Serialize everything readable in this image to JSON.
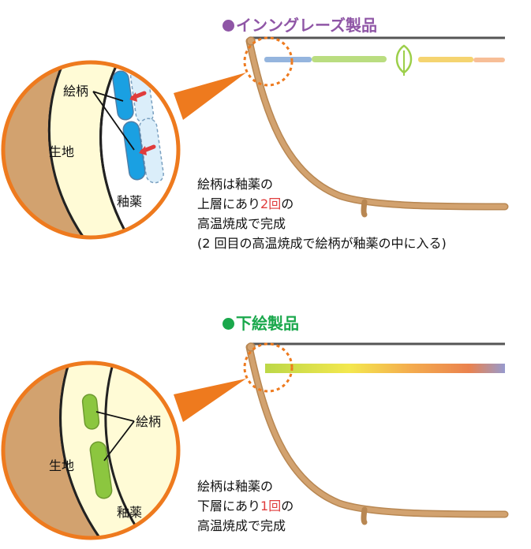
{
  "colors": {
    "orange": "#ee7a1e",
    "clay": "#d2a26f",
    "clay_edge": "#b88752",
    "glaze": "#fffbd6",
    "blue": "#1aa0e2",
    "green": "#8cc63f",
    "red": "#e03c3c",
    "purple": "#8f56a6",
    "title_green": "#1aa84c"
  },
  "top": {
    "title": "インングレーズ製品",
    "label_pattern": "絵柄",
    "label_body": "生地",
    "label_glaze": "釉薬",
    "caption": {
      "line1": "絵柄は釉薬の",
      "line2_before": "上層にあり",
      "line2_count": "2",
      "line2_unit": "回",
      "line2_after": "の",
      "line3": "高温焼成で完成",
      "line4": "(2 回目の高温焼成で絵柄が釉薬の中に入る)"
    }
  },
  "bottom": {
    "title": "下絵製品",
    "label_pattern": "絵柄",
    "label_body": "生地",
    "label_glaze": "釉薬",
    "caption": {
      "line1": "絵柄は釉薬の",
      "line2_before": "下層にあり",
      "line2_count": "1",
      "line2_unit": "回",
      "line2_after": "の",
      "line3": "高温焼成で完成"
    }
  }
}
